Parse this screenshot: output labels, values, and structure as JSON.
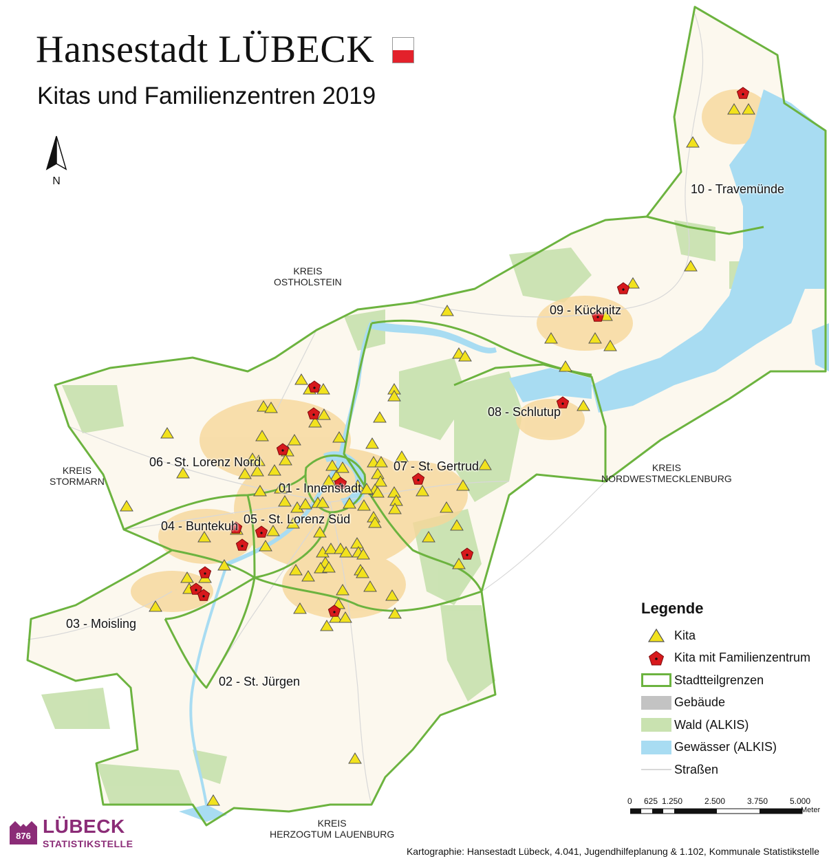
{
  "header": {
    "title": "Hansestadt LÜBECK",
    "subtitle": "Kitas und Familienzentren 2019",
    "north_label": "N"
  },
  "districts": [
    {
      "id": "01",
      "label": "01 - Innenstadt"
    },
    {
      "id": "02",
      "label": "02 - St. Jürgen"
    },
    {
      "id": "03",
      "label": "03 - Moisling"
    },
    {
      "id": "04",
      "label": "04 - Buntekuh"
    },
    {
      "id": "05",
      "label": "05 - St. Lorenz Süd"
    },
    {
      "id": "06",
      "label": "06 - St. Lorenz Nord"
    },
    {
      "id": "07",
      "label": "07 - St. Gertrud"
    },
    {
      "id": "08",
      "label": "08 - Schlutup"
    },
    {
      "id": "09",
      "label": "09 - Kücknitz"
    },
    {
      "id": "10",
      "label": "10 - Travemünde"
    }
  ],
  "neighbors": [
    {
      "line1": "KREIS",
      "line2": "OSTHOLSTEIN"
    },
    {
      "line1": "KREIS",
      "line2": "STORMARN"
    },
    {
      "line1": "KREIS",
      "line2": "NORDWESTMECKLENBURG"
    },
    {
      "line1": "KREIS",
      "line2": "HERZOGTUM LAUENBURG"
    }
  ],
  "legend": {
    "title": "Legende",
    "items": [
      {
        "label": "Kita",
        "symbol": "triangle",
        "color": "#f2e21d"
      },
      {
        "label": "Kita mit Familienzentrum",
        "symbol": "pentagon",
        "color": "#d7191c"
      },
      {
        "label": "Stadtteilgrenzen",
        "symbol": "outline",
        "color": "#6cb33f"
      },
      {
        "label": "Gebäude",
        "symbol": "fill",
        "color": "#c3c3c3"
      },
      {
        "label": "Wald (ALKIS)",
        "symbol": "fill",
        "color": "#c9e2b0"
      },
      {
        "label": "Gewässer (ALKIS)",
        "symbol": "fill",
        "color": "#a8dcf2"
      },
      {
        "label": "Straßen",
        "symbol": "line",
        "color": "#d8d8d8"
      }
    ]
  },
  "scale": {
    "ticks": [
      "0",
      "625",
      "1.250",
      "2.500",
      "3.750",
      "5.000"
    ],
    "unit": "Meter"
  },
  "logo": {
    "line1": "LÜBECK",
    "line2": "STATISTIKSTELLE",
    "badge": "876"
  },
  "credits": "Kartographie: Hansestadt Lübeck, 4.041, Jugendhilfeplanung & 1.102, Kommunale Statistikstelle",
  "colors": {
    "boundary": "#6cb33f",
    "water": "#a8dcf2",
    "forest": "#c9e2b0",
    "urban": "#f6d79a",
    "kita": "#f2e21d",
    "familienzentrum": "#d7191c"
  }
}
